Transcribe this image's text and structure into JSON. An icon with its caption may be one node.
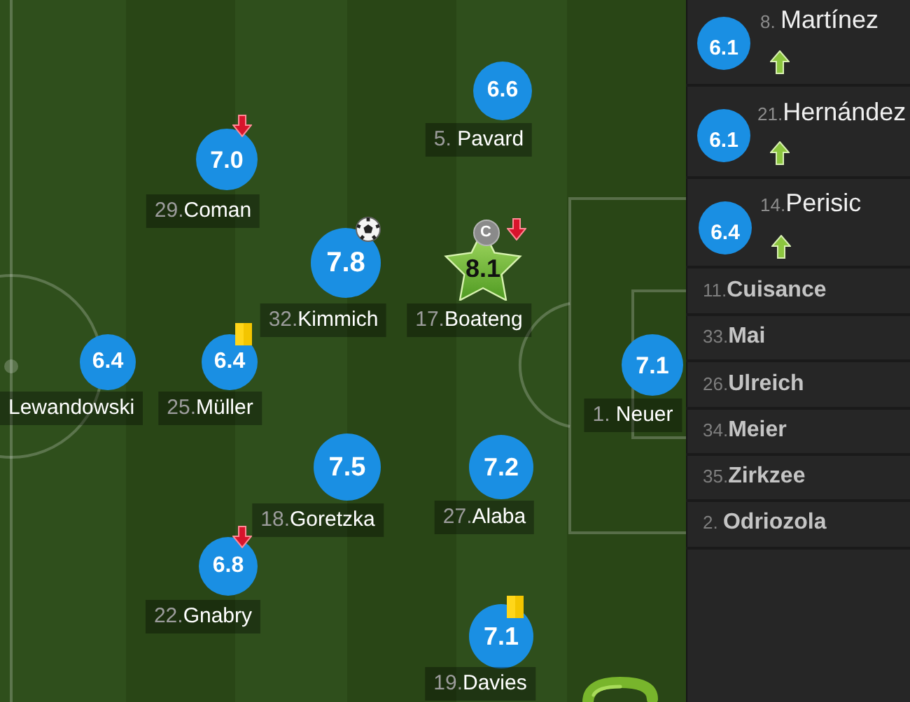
{
  "diagram": {
    "nodes": [
      {
        "text": [
          "6.6"
        ],
        "beside": [
          "5. Pavard"
        ]
      },
      {
        "text": [
          "7.0"
        ],
        "beside": [
          "29.Coman"
        ]
      },
      {
        "text": [
          "7.8"
        ],
        "beside": [
          "32.Kimmich"
        ]
      },
      {
        "text": [
          "8.1"
        ],
        "beside": [
          "17.Boateng"
        ]
      },
      {
        "text": [
          "6.4"
        ],
        "beside": [
          "Lewandowski"
        ]
      },
      {
        "text": [
          "6.4"
        ],
        "beside": [
          "25.Müller"
        ]
      },
      {
        "text": [
          "7.1"
        ],
        "beside": [
          "1. Neuer"
        ]
      },
      {
        "text": [
          "7.5"
        ],
        "beside": [
          "18.Goretzka"
        ]
      },
      {
        "text": [
          "7.2"
        ],
        "beside": [
          "27.Alaba"
        ]
      },
      {
        "text": [
          "6.8"
        ],
        "beside": [
          "22.Gnabry"
        ]
      },
      {
        "text": [
          "7.1"
        ],
        "beside": [
          "19.Davies"
        ]
      },
      {
        "text": [
          "6.1"
        ],
        "beside": [
          "8. Martínez"
        ]
      },
      {
        "text": [
          "6.1"
        ],
        "beside": [
          "21.Hernández"
        ]
      },
      {
        "text": [
          "6.4"
        ],
        "beside": [
          "14.Perisic"
        ]
      }
    ],
    "labels": [
      "C",
      "11.Cuisance",
      "33.Mai",
      "26.Ulreich",
      "34.Meier",
      "35.Zirkzee",
      "2. Odriozola"
    ]
  }
}
